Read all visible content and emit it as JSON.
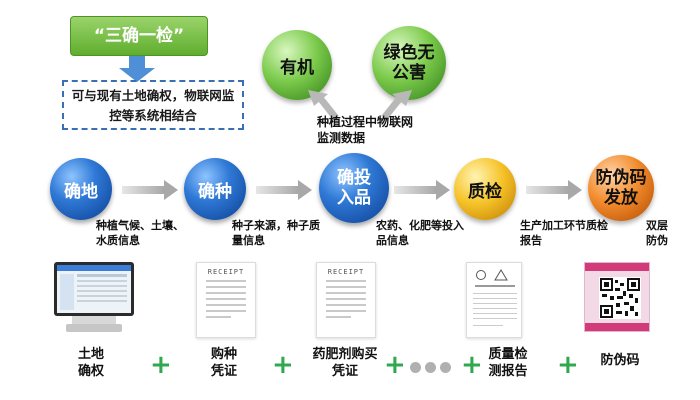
{
  "tag": {
    "label": "“三确一检”"
  },
  "note": {
    "text": "可与现有土地确权，物联网监控等系统相结合"
  },
  "top_circles": [
    {
      "label": "有机"
    },
    {
      "label": "绿色无公害"
    }
  ],
  "monitor_text": "种植过程中物联网监测数据",
  "steps": [
    {
      "label": "确地",
      "desc": "种植气候、土壤、水质信息"
    },
    {
      "label": "确种",
      "desc": "种子来源，种子质量信息"
    },
    {
      "label": "确投入品",
      "desc": "农药、化肥等投入品信息"
    },
    {
      "label": "质检",
      "desc": "生产加工环节质检报告"
    },
    {
      "label": "防伪码发放",
      "desc": "双层防伪"
    }
  ],
  "receipt_label": "RECEIPT",
  "bottom_items": [
    {
      "label": "土地确权"
    },
    {
      "label": "购种凭证"
    },
    {
      "label": "药肥剂购买凭证"
    },
    {
      "label": "质量检测报告"
    },
    {
      "label": "防伪码"
    }
  ],
  "plus_symbol": "+",
  "colors": {
    "tag_green": "#6cbf3a",
    "note_border": "#3a6fb5",
    "blue_sphere": "#1f5fbf",
    "green_sphere": "#6bbf3f",
    "yellow_sphere": "#f2b01e",
    "orange_sphere": "#ef7d1e",
    "plus_green": "#2fa84f"
  }
}
